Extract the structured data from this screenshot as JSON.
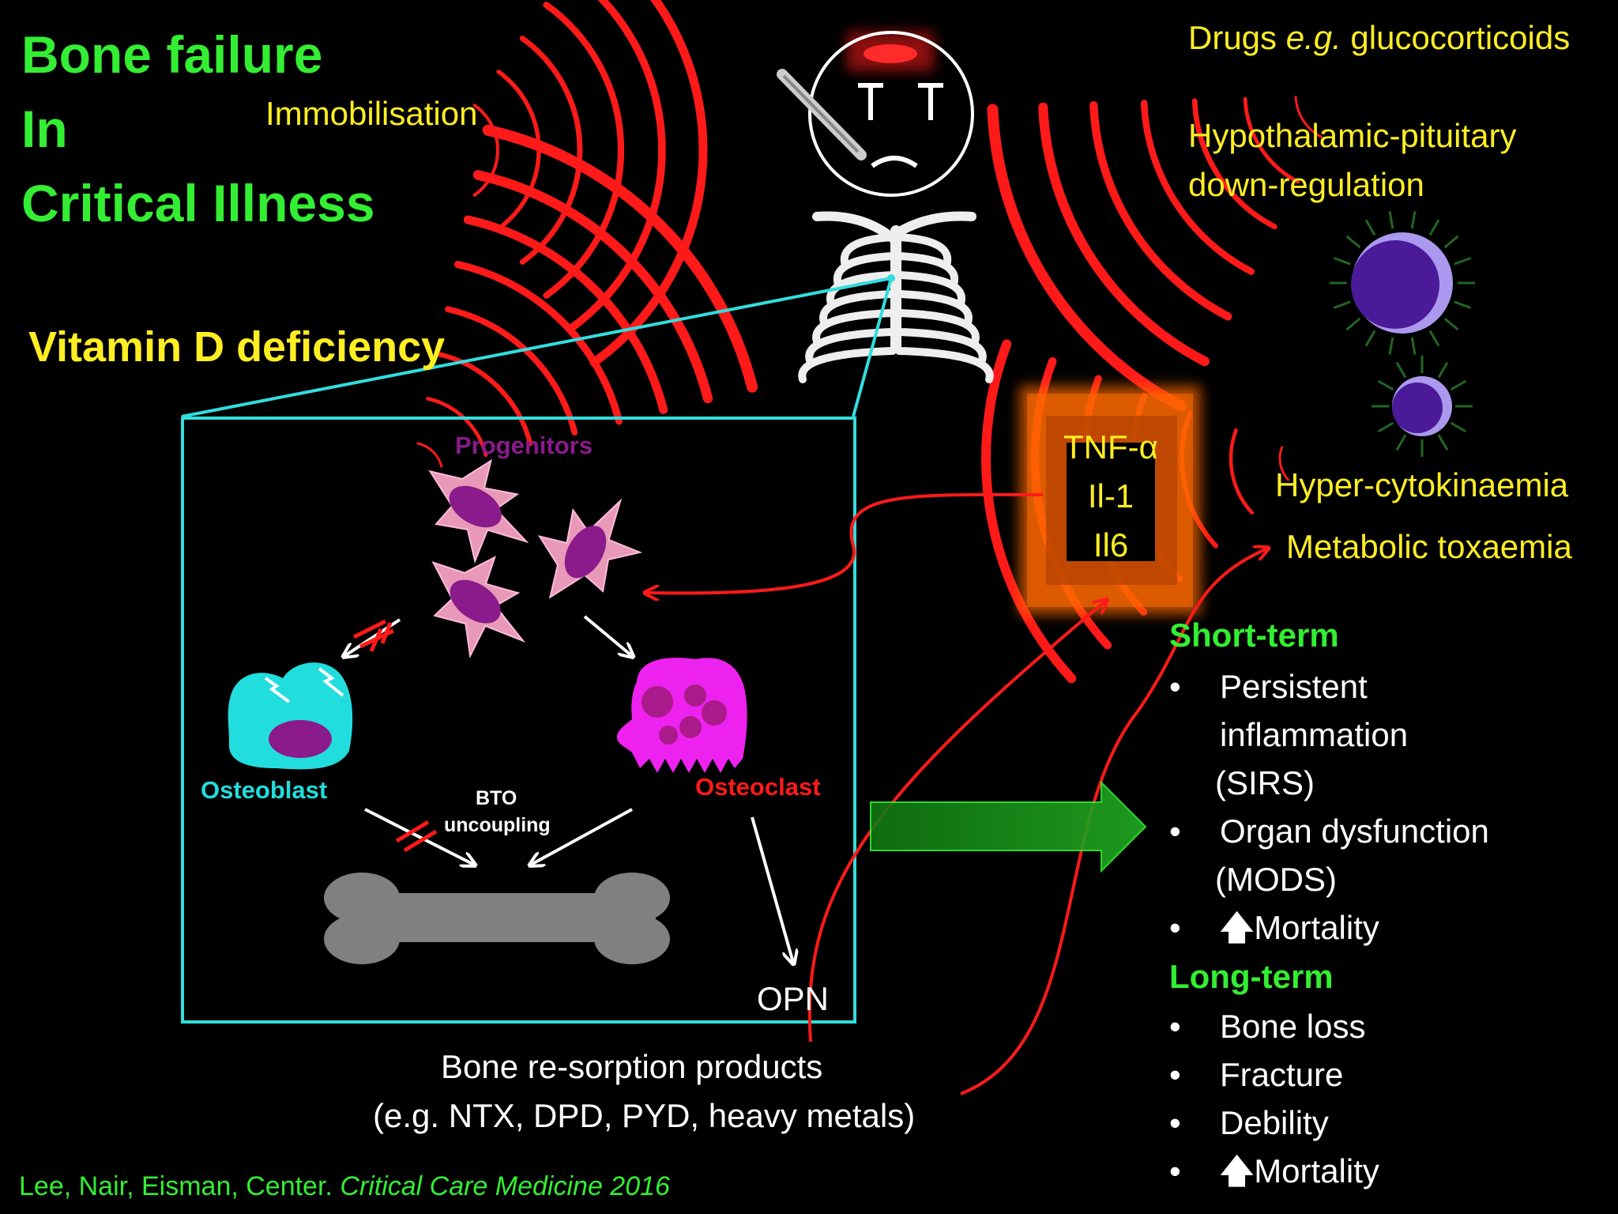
{
  "title_lines": [
    "Bone failure",
    "In",
    "Critical Illness"
  ],
  "factors": {
    "immobilisation": "Immobilisation",
    "vitamin_d": "Vitamin D deficiency",
    "drugs_prefix": "Drugs ",
    "drugs_eg": "e.g.",
    "drugs_suffix": " glucocorticoids",
    "hpa_line1": "Hypothalamic-pituitary",
    "hpa_line2": "down-regulation",
    "hypercytokinaemia": "Hyper-cytokinaemia",
    "metabolic": "Metabolic toxaemia"
  },
  "inset": {
    "progenitors": "Progenitors",
    "osteoblast": "Osteoblast",
    "osteoclast": "Osteoclast",
    "bto_line1": "BTO",
    "bto_line2": "uncoupling",
    "opn": "OPN"
  },
  "cytokines": [
    "TNF-α",
    "Il-1",
    "Il6"
  ],
  "resorption": {
    "line1": "Bone re-sorption products",
    "line2": "(e.g. NTX, DPD, PYD, heavy metals)"
  },
  "outcomes": {
    "short_term_heading": "Short-term",
    "short_term_items": [
      {
        "bullet": "•",
        "line1": "Persistent",
        "line2": "inflammation",
        "line3": "(SIRS)"
      },
      {
        "bullet": "•",
        "line1": "Organ dysfunction",
        "line2": "(MODS)"
      },
      {
        "bullet": "•",
        "arrow": "🡅",
        "text": "Mortality"
      }
    ],
    "long_term_heading": "Long-term",
    "long_term_items": [
      {
        "bullet": "•",
        "text": "Bone loss"
      },
      {
        "bullet": "•",
        "text": "Fracture"
      },
      {
        "bullet": "•",
        "text": "Debility"
      },
      {
        "bullet": "•",
        "arrow": "🡅",
        "text": "Mortality"
      }
    ]
  },
  "citation": {
    "authors": "Lee, Nair, Eisman, Center. ",
    "journal": "Critical Care Medicine 2016"
  },
  "colors": {
    "title_green": "#33ee33",
    "text_yellow": "#ffee22",
    "signal_red": "#ff1a1a",
    "inset_cyan": "#33dddd",
    "progenitor_purple": "#8b1a8b",
    "osteoclast_magenta": "#ee22ee",
    "osteoblast_cyan": "#22dddd",
    "bone_grey": "#808080",
    "cytokine_orange": "#ff6a00"
  },
  "icons": [
    "sad-face-icon",
    "thermometer-icon",
    "ribcage-icon",
    "immune-cell-icon",
    "bone-icon",
    "green-arrow-icon"
  ]
}
